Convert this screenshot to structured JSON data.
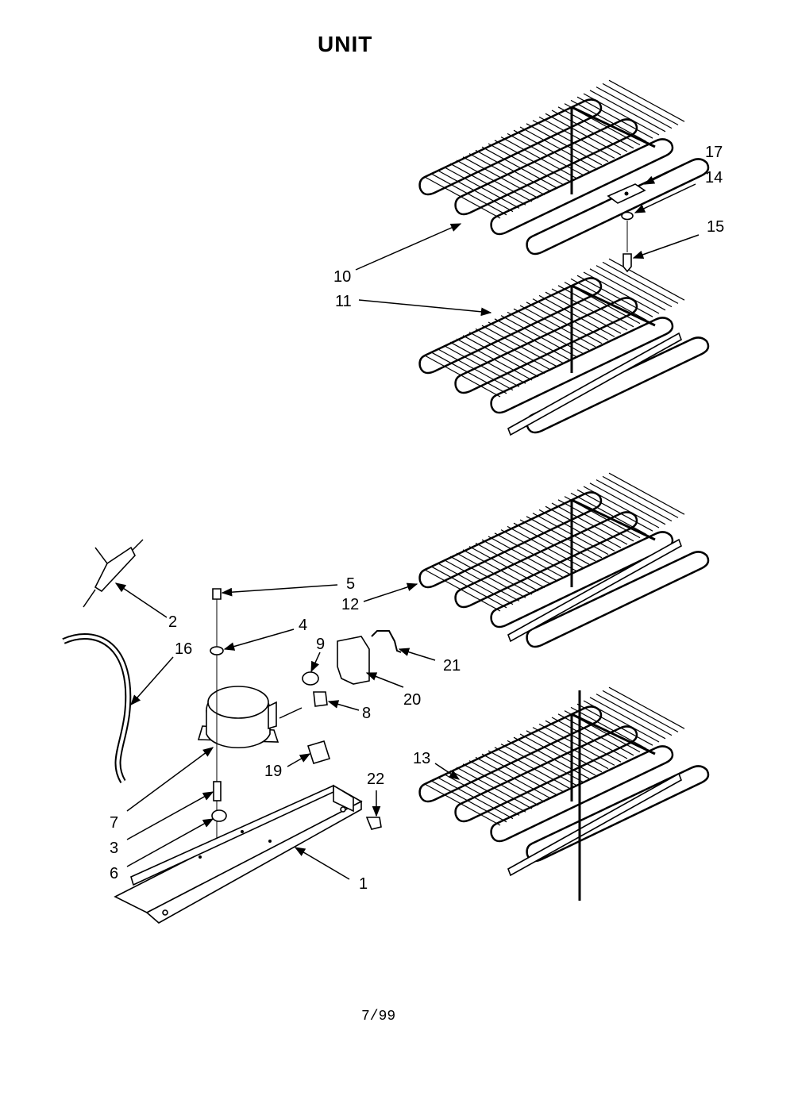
{
  "title": "UNIT",
  "footer": "7/99",
  "callouts": {
    "c1": "1",
    "c2": "2",
    "c3": "3",
    "c4": "4",
    "c5": "5",
    "c6": "6",
    "c7": "7",
    "c8": "8",
    "c9": "9",
    "c10": "10",
    "c11": "11",
    "c12": "12",
    "c13": "13",
    "c14": "14",
    "c15": "15",
    "c16": "16",
    "c17": "17",
    "c19": "19",
    "c20": "20",
    "c21": "21",
    "c22": "22"
  }
}
